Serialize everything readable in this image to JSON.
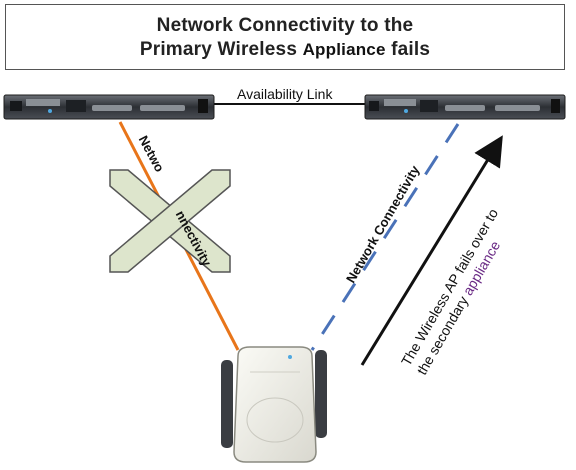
{
  "title": {
    "line1": "Network Connectivity to the",
    "line2_prefix": "Primary Wireless ",
    "line2_highlight": "Appliance",
    "line2_suffix": " fails"
  },
  "availability_link_label": "Availability Link",
  "primary_link": {
    "label_part1": "Netwo",
    "label_part2": "nnectivity",
    "status": "failed",
    "color": "#e8751a"
  },
  "secondary_link": {
    "label": "Network Connectivity",
    "style": "dashed",
    "color": "#4a72b8"
  },
  "failover_note": {
    "line1": "The Wireless AP fails over to",
    "line2_prefix": "the secondary ",
    "line2_highlight": "appliance"
  },
  "colors": {
    "failure_x_fill": "#dde5cc",
    "appliance_body": "#3a3d42",
    "appliance_led": "#4fa8e0"
  }
}
